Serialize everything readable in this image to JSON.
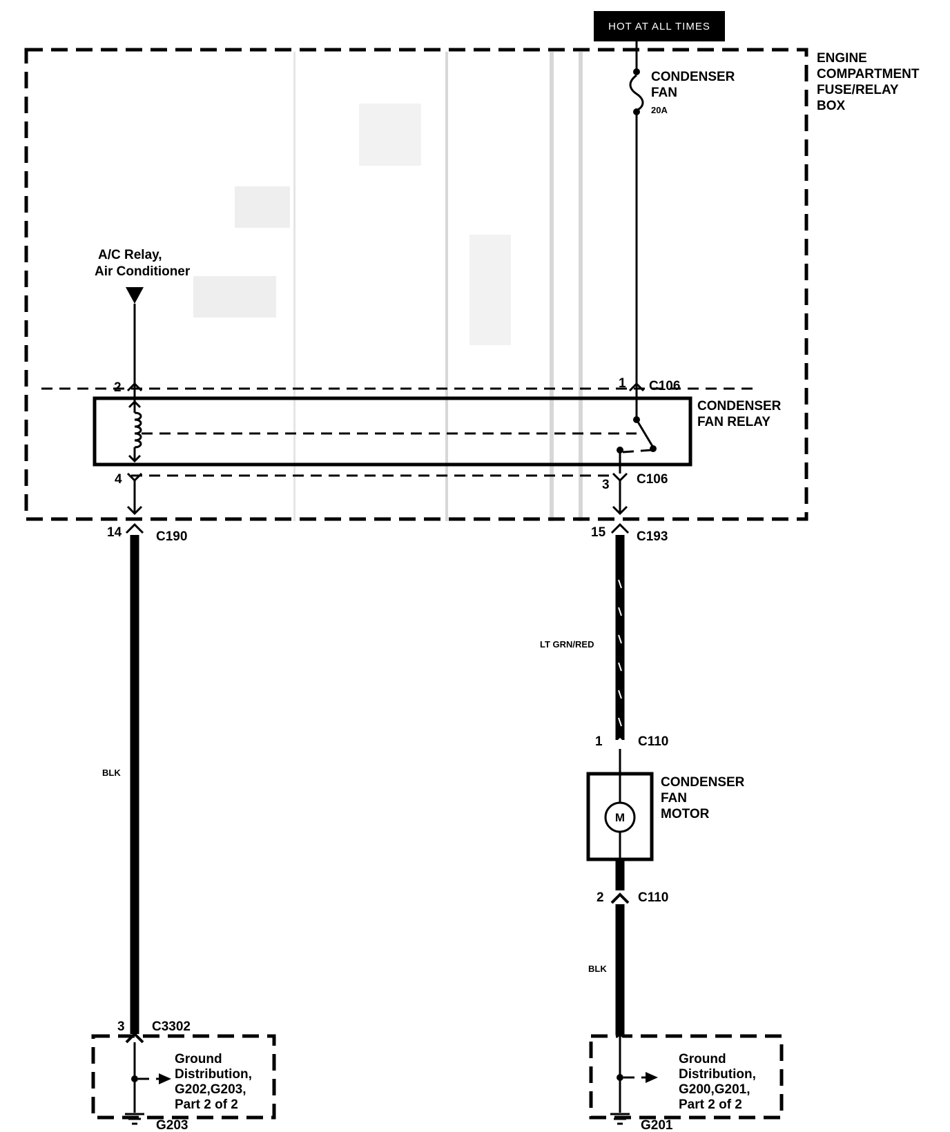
{
  "power": {
    "hot_label": "HOT AT ALL TIMES"
  },
  "fuse_box": {
    "line1": "ENGINE",
    "line2": "COMPARTMENT",
    "line3": "FUSE/RELAY",
    "line4": "BOX"
  },
  "fuse": {
    "name1": "CONDENSER",
    "name2": "FAN",
    "rating": "20A"
  },
  "ac_relay": {
    "line1": "A/C Relay,",
    "line2": "Air Conditioner"
  },
  "relay": {
    "line1": "CONDENSER",
    "line2": "FAN RELAY"
  },
  "pins": {
    "relay_left_top": "2",
    "relay_right_top": "1",
    "relay_conn_top": "C106",
    "relay_left_bottom": "4",
    "relay_right_bottom": "3",
    "relay_conn_bottom": "C106",
    "left_box_pin": "14",
    "left_box_conn": "C190",
    "right_box_pin": "15",
    "right_box_conn": "C193",
    "motor_top_pin": "1",
    "motor_top_conn": "C110",
    "motor_bottom_pin": "2",
    "motor_bottom_conn": "C110",
    "left_ground_pin": "3",
    "left_ground_conn": "C3302"
  },
  "wires": {
    "left_color": "BLK",
    "right_upper_color": "LT GRN/RED",
    "right_lower_color": "BLK"
  },
  "motor": {
    "line1": "CONDENSER",
    "line2": "FAN",
    "line3": "MOTOR",
    "symbol": "M"
  },
  "ground_left": {
    "line1": "Ground",
    "line2": "Distribution,",
    "line3": "G202,G203,",
    "line4": "Part 2 of 2",
    "id": "G203"
  },
  "ground_right": {
    "line1": "Ground",
    "line2": "Distribution,",
    "line3": "G200,G201,",
    "line4": "Part 2 of 2",
    "id": "G201"
  }
}
